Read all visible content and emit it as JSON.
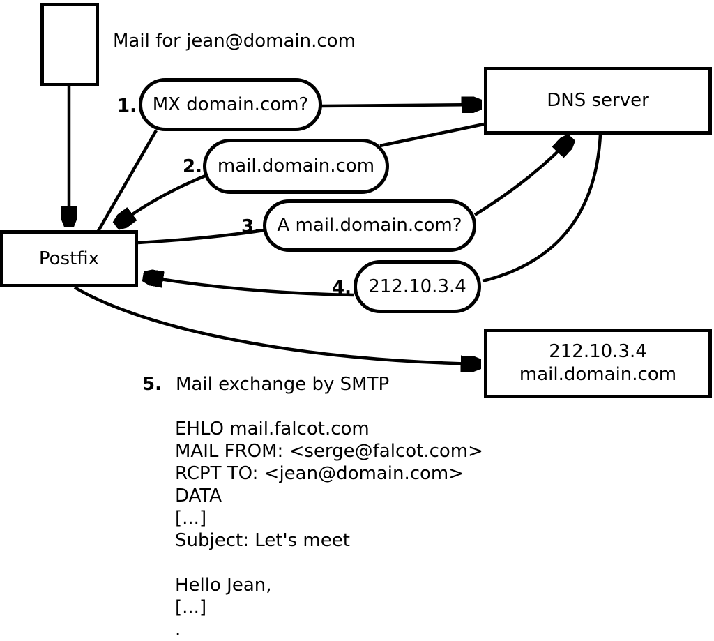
{
  "diagram": {
    "title": "Mail for jean@domain.com",
    "nodes": {
      "postfix": "Postfix",
      "dns_server": "DNS server",
      "mail_server_ip": "212.10.3.4",
      "mail_server_host": "mail.domain.com"
    },
    "steps": [
      {
        "num": "1.",
        "label": "MX domain.com?"
      },
      {
        "num": "2.",
        "label": "mail.domain.com"
      },
      {
        "num": "3.",
        "label": "A mail.domain.com?"
      },
      {
        "num": "4.",
        "label": "212.10.3.4"
      },
      {
        "num": "5.",
        "label": "Mail exchange by SMTP"
      }
    ],
    "smtp_session": [
      "EHLO mail.falcot.com",
      "MAIL FROM: <serge@falcot.com>",
      "RCPT TO: <jean@domain.com>",
      "DATA",
      "[...]",
      "Subject: Let's meet",
      "",
      "Hello Jean,",
      "[...]",
      "."
    ],
    "colors": {
      "stroke": "#000000",
      "background": "#ffffff"
    }
  }
}
